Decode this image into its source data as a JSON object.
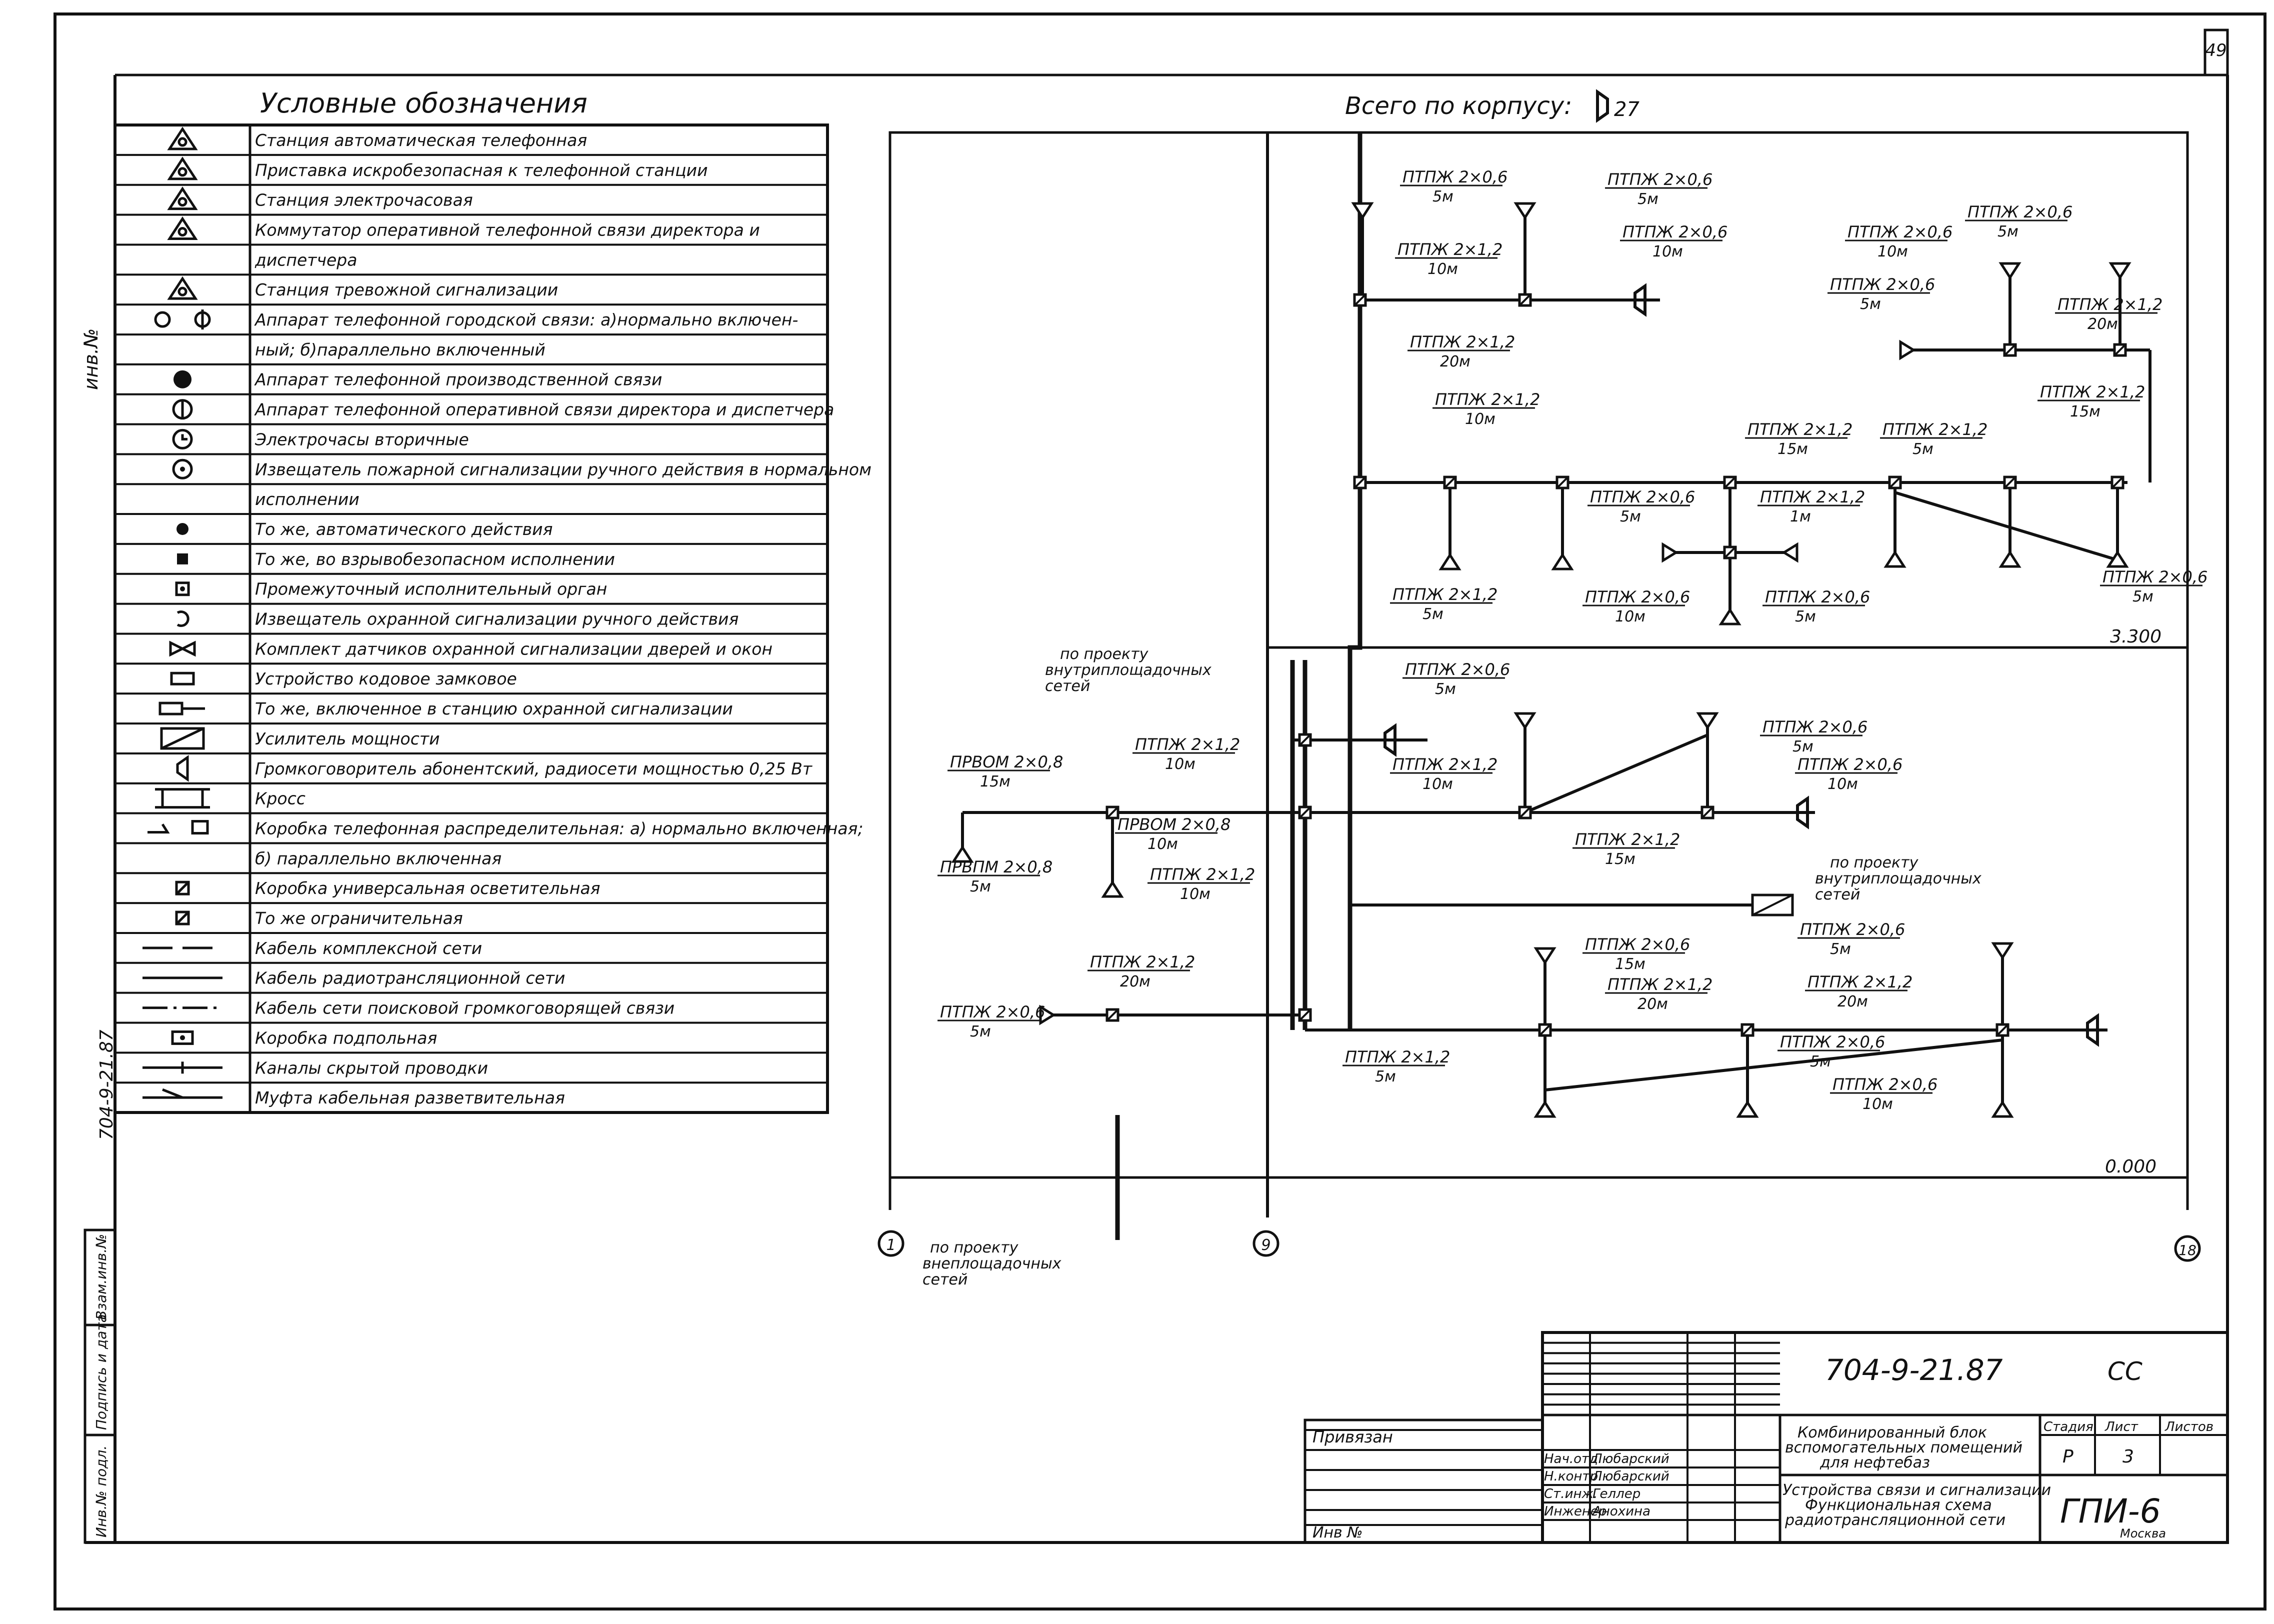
{
  "sheet_number": "49",
  "legend": {
    "title": "Условные обозначения",
    "rows": [
      {
        "text": "Станция автоматическая телефонная",
        "icon": "ats-triangle-icon"
      },
      {
        "text": "Приставка искробезопасная к телефонной станции",
        "icon": "spark-triangle-icon"
      },
      {
        "text": "Станция электрочасовая",
        "icon": "clock-triangle-icon"
      },
      {
        "text": "Коммутатор оперативной телефонной связи директора и",
        "icon": "switchboard-triangle-icon"
      },
      {
        "text": "диспетчера",
        "icon": ""
      },
      {
        "text": "Станция тревожной сигнализации",
        "icon": "alarm-triangle-icon"
      },
      {
        "text": "Аппарат телефонной городской связи: а)нормально включен-",
        "icon": "city-phone-icon"
      },
      {
        "text": "ный; б)параллельно включенный",
        "icon": ""
      },
      {
        "text": "Аппарат телефонной производственной связи",
        "icon": "filled-circle-icon"
      },
      {
        "text": "Аппарат телефонной оперативной связи директора и диспетчера",
        "icon": "circle-bar-icon"
      },
      {
        "text": "Электрочасы вторичные",
        "icon": "clock-circle-icon"
      },
      {
        "text": "Извещатель пожарной сигнализации ручного действия в нормальном",
        "icon": "dot-circle-icon"
      },
      {
        "text": "исполнении",
        "icon": ""
      },
      {
        "text": "То же, автоматического действия",
        "icon": "small-dot-icon"
      },
      {
        "text": "То же, во взрывобезопасном исполнении",
        "icon": "small-square-icon"
      },
      {
        "text": "Промежуточный исполнительный орган",
        "icon": "boxed-dot-icon"
      },
      {
        "text": "Извещатель охранной сигнализации ручного действия",
        "icon": "hook-icon"
      },
      {
        "text": "Комплект датчиков охранной сигнализации дверей и окон",
        "icon": "bowtie-icon"
      },
      {
        "text": "Устройство кодовое замковое",
        "icon": "code-lock-icon"
      },
      {
        "text": "То же, включенное в станцию охранной сигнализации",
        "icon": "code-lock-arrow-icon"
      },
      {
        "text": "Усилитель мощности",
        "icon": "amplifier-icon"
      },
      {
        "text": "Громкоговоритель абонентский, радиосети мощностью 0,25 Вт",
        "icon": "speaker-icon"
      },
      {
        "text": "Кросс",
        "icon": "cross-frame-icon"
      },
      {
        "text": "Коробка телефонная распределительная: а) нормально включенная;",
        "icon": "distribution-box-icon"
      },
      {
        "text": "б) параллельно включенная",
        "icon": ""
      },
      {
        "text": "Коробка универсальная осветительная",
        "icon": "universal-box-icon"
      },
      {
        "text": "То же ограничительная",
        "icon": "limit-box-icon"
      },
      {
        "text": "Кабель комплексной сети",
        "icon": "dash-line-icon"
      },
      {
        "text": "Кабель радиотрансляционной сети",
        "icon": "solid-line-icon"
      },
      {
        "text": "Кабель сети поисковой громкоговорящей связи",
        "icon": "dash-dot-line-icon"
      },
      {
        "text": "Коробка подпольная",
        "icon": "floor-box-icon"
      },
      {
        "text": "Каналы скрытой проводки",
        "icon": "hidden-channel-icon"
      },
      {
        "text": "Муфта кабельная разветвительная",
        "icon": "branch-coupling-icon"
      }
    ]
  },
  "diagram": {
    "header": "Всего по корпусу:",
    "total_count": "27",
    "levels": [
      "3.300",
      "0.000"
    ],
    "axes": [
      "1",
      "9",
      "18"
    ],
    "notes": {
      "internal1": [
        "по проекту",
        "внутриплощадочных",
        "сетей"
      ],
      "internal2": [
        "по проекту",
        "внутриплощадочных",
        "сетей"
      ],
      "external": [
        "по проекту",
        "внеплощадочных",
        "сетей"
      ]
    },
    "labels": [
      {
        "id": "a1",
        "cable": "ПТПЖ 2×0,6",
        "len": "5м"
      },
      {
        "id": "a2",
        "cable": "ПТПЖ 2×0,6",
        "len": "5м"
      },
      {
        "id": "a3",
        "cable": "ПТПЖ 2×1,2",
        "len": "10м"
      },
      {
        "id": "a4",
        "cable": "ПТПЖ 2×0,6",
        "len": "10м"
      },
      {
        "id": "a5",
        "cable": "ПТПЖ 2×1,2",
        "len": "20м"
      },
      {
        "id": "b1",
        "cable": "ПТПЖ 2×0,6",
        "len": "10м"
      },
      {
        "id": "b2",
        "cable": "ПТПЖ 2×0,6",
        "len": "5м"
      },
      {
        "id": "b3",
        "cable": "ПТПЖ 2×0,6",
        "len": "5м"
      },
      {
        "id": "b4",
        "cable": "ПТПЖ 2×1,2",
        "len": "20м"
      },
      {
        "id": "b5",
        "cable": "ПТПЖ 2×1,2",
        "len": "15м"
      },
      {
        "id": "c1",
        "cable": "ПТПЖ 2×1,2",
        "len": "10м"
      },
      {
        "id": "c2",
        "cable": "ПТПЖ 2×1,2",
        "len": "15м"
      },
      {
        "id": "c3",
        "cable": "ПТПЖ 2×1,2",
        "len": "5м"
      },
      {
        "id": "c4",
        "cable": "ПТПЖ 2×0,6",
        "len": "5м"
      },
      {
        "id": "c5",
        "cable": "ПТПЖ 2×1,2",
        "len": "1м"
      },
      {
        "id": "c6",
        "cable": "ПТПЖ 2×0,6",
        "len": "10м"
      },
      {
        "id": "c7",
        "cable": "ПТПЖ 2×0,6",
        "len": "5м"
      },
      {
        "id": "c8",
        "cable": "ПТПЖ 2×0,6",
        "len": "5м"
      },
      {
        "id": "c9",
        "cable": "ПТПЖ 2×1,2",
        "len": "5м"
      },
      {
        "id": "d1",
        "cable": "ПТПЖ 2×0,6",
        "len": "5м"
      },
      {
        "id": "d2",
        "cable": "ПТПЖ 2×1,2",
        "len": "10м"
      },
      {
        "id": "d3",
        "cable": "ПТПЖ 2×1,2",
        "len": "10м"
      },
      {
        "id": "d4",
        "cable": "ПТПЖ 2×0,6",
        "len": "5м"
      },
      {
        "id": "d5",
        "cable": "ПТПЖ 2×0,6",
        "len": "10м"
      },
      {
        "id": "d6",
        "cable": "ПТПЖ 2×1,2",
        "len": "15м"
      },
      {
        "id": "e1",
        "cable": "ПРВОМ 2×0,8",
        "len": "15м"
      },
      {
        "id": "e2",
        "cable": "ПРВОМ 2×0,8",
        "len": "10м"
      },
      {
        "id": "e3",
        "cable": "ПРВПМ 2×0,8",
        "len": "5м"
      },
      {
        "id": "e4",
        "cable": "ПТПЖ 2×1,2",
        "len": "10м"
      },
      {
        "id": "f1",
        "cable": "ПТПЖ 2×1,2",
        "len": "20м"
      },
      {
        "id": "f2",
        "cable": "ПТПЖ 2×0,6",
        "len": "5м"
      },
      {
        "id": "f3",
        "cable": "ПТПЖ 2×1,2",
        "len": "5м"
      },
      {
        "id": "g1",
        "cable": "ПТПЖ 2×0,6",
        "len": "15м"
      },
      {
        "id": "g2",
        "cable": "ПТПЖ 2×1,2",
        "len": "20м"
      },
      {
        "id": "g3",
        "cable": "ПТПЖ 2×0,6",
        "len": "5м"
      },
      {
        "id": "g4",
        "cable": "ПТПЖ 2×1,2",
        "len": "20м"
      },
      {
        "id": "g5",
        "cable": "ПТПЖ 2×0,6",
        "len": "5м"
      },
      {
        "id": "g6",
        "cable": "ПТПЖ 2×0,6",
        "len": "10м"
      }
    ]
  },
  "left_margin": {
    "stamp_top": "инв.№",
    "stamp_bottom": "704-9-21.87",
    "cells": [
      "Инв.№ подл.",
      "Подпись и дата",
      "Взам.инв.№"
    ]
  },
  "title_block": {
    "code": "704-9-21.87",
    "suffix": "СС",
    "attached": "Привязан",
    "inv": "Инв №",
    "roles": [
      {
        "role": "Нач.отд.",
        "name": "Любарский"
      },
      {
        "role": "Н.контр.",
        "name": "Любарский"
      },
      {
        "role": "Ст.инж.",
        "name": "Геллер"
      },
      {
        "role": "Инженер",
        "name": "Анохина"
      }
    ],
    "project_title": [
      "Комбинированный блок",
      "вспомогательных помещений",
      "для нефтебаз"
    ],
    "sheet_title": [
      "Устройства связи и сигнализации",
      "Функциональная схема",
      "радиотрансляционной сети"
    ],
    "stage_hdr": "Стадия",
    "sheet_hdr": "Лист",
    "sheets_hdr": "Листов",
    "stage": "Р",
    "sheet": "3",
    "sheets": "",
    "org": "ГПИ-6",
    "city": "Москва"
  }
}
